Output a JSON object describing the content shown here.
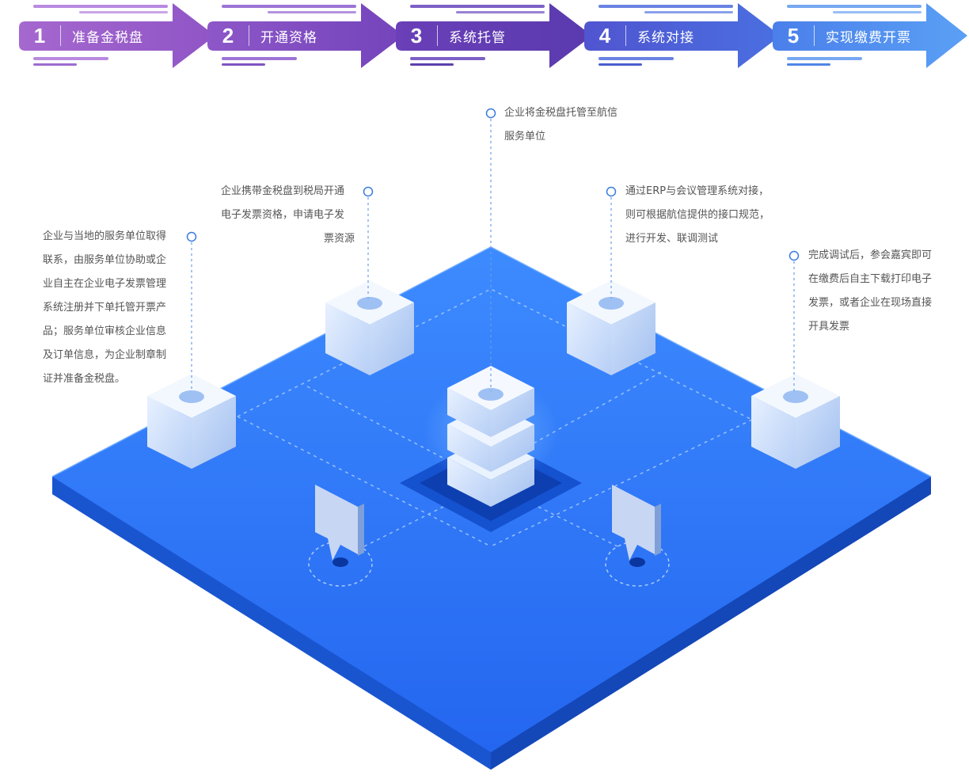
{
  "steps": [
    {
      "num": "1",
      "label": "准备金税盘"
    },
    {
      "num": "2",
      "label": "开通资格"
    },
    {
      "num": "3",
      "label": "系统托管"
    },
    {
      "num": "4",
      "label": "系统对接"
    },
    {
      "num": "5",
      "label": "实现缴费开票"
    }
  ],
  "notes": {
    "step1": [
      "企业与当地的服务单位取得",
      "联系，由服务单位协助或企",
      "业自主在企业电子发票管理",
      "系统注册并下单托管开票产",
      "品；服务单位审核企业信息",
      "及订单信息，为企业制章制",
      "证并准备金税盘。"
    ],
    "step2": [
      "企业携带金税盘到税局开通",
      "电子发票资格，申请电子发",
      "票资源"
    ],
    "step3": [
      "企业将金税盘托管至航信",
      "服务单位"
    ],
    "step4": [
      "通过ERP与会议管理系统对接，",
      "则可根据航信提供的接口规范，",
      "进行开发、联调测试"
    ],
    "step5": [
      "完成调试后，参会嘉宾即可",
      "在缴费后自主下载打印电子",
      "发票，或者企业在现场直接",
      "开具发票"
    ]
  },
  "colors": {
    "step_gradient": [
      "#9a5ec7",
      "#8a4fc4",
      "#6e42b8",
      "#4e63d8",
      "#4f8ef0"
    ],
    "platform_top": "#2d7bff",
    "platform_side": "#1558d8",
    "connector": "#4a7fd6"
  }
}
